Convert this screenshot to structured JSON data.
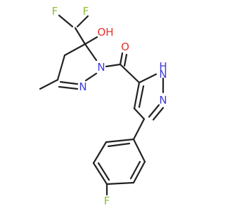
{
  "atoms": {
    "f_top_left": "F",
    "f_top_right": "F",
    "hydroxyl": "OH",
    "n_pyrazoline_1": "N",
    "n_pyrazoline_2": "N",
    "carbonyl_oxygen": "O",
    "nh_pyrazole": "H",
    "n_pyrazole_1": "N",
    "n_pyrazole_2": "N",
    "f_para": "F"
  },
  "colors": {
    "bond": "#222222",
    "nitrogen": "#3b3bd9",
    "oxygen": "#e8302a",
    "fluorine": "#8fbd3a"
  }
}
